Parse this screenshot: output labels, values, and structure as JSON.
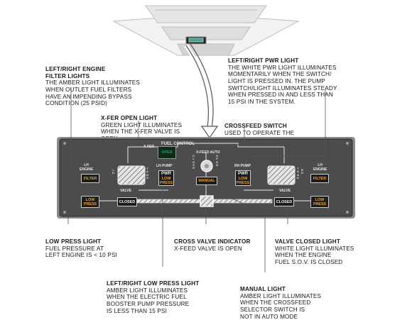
{
  "annotations": {
    "filter_lights": {
      "title": "LEFT/RIGHT ENGINE\nFILTER LIGHTS",
      "body": "THE AMBER LIGHT ILLUMINATES\nWHEN OUTLET FUEL FILTERS\nHAVE AN IMPENDING BYPASS\nCONDITION (25 PSID)"
    },
    "pwr_light": {
      "title": "LEFT/RIGHT PWR LIGHT",
      "body": "THE WHITE PWR LIGHT ILLUMINATES\nMOMENTARILY WHEN THE SWITCH/\nLIGHT IS PRESSED IN. THE PUMP\nSWITCH/LIGHT ILLUMINATES STEADY\nWHEN PRESSED IN AND LESS THAN\n15 PSI IN THE SYSTEM."
    },
    "xfer_open": {
      "title": "X-FER OPEN LIGHT",
      "body": "GREEN LIGHT ILLUMINATES\nWHEN THE X-FER VALVE IS\nOPEN"
    },
    "crossfeed_switch": {
      "title": "CROSSFEED SWITCH",
      "body": "USED TO OPERATE THE\nCROSSFEED VALVE"
    },
    "low_press": {
      "title": "LOW PRESS LIGHT",
      "body": "FUEL PRESSURE AT\nLEFT ENGINE IS < 10 PSI"
    },
    "cross_valve": {
      "title": "CROSS VALVE INDICATOR",
      "body": "X-FEED VALVE IS OPEN"
    },
    "valve_closed": {
      "title": "VALVE CLOSED LIGHT",
      "body": "WHITE LIGHT ILLUMINATES\nWHEN THE ENGINE\nFUEL S.O.V. IS CLOSED"
    },
    "low_press_pump": {
      "title": "LEFT/RIGHT LOW PRESS LIGHT",
      "body": "AMBER LIGHT ILLUMINATES\nWHEN THE ELECTRIC FUEL\nBOOSTER PUMP PRESSURE\nIS LESS THAN 15 PSI"
    },
    "manual_light": {
      "title": "MANUAL LIGHT",
      "body": "AMBER LIGHT ILLUMINATES\nWHEN THE CROSSFEED\nSELECTOR SWITCH IS\nNOT IN AUTO MODE"
    }
  },
  "panel": {
    "title": "FUEL CONTROL",
    "xfer_label": "X-FER",
    "xfer_light": "OPEN",
    "xfeed_label": "X-FEED AUTO",
    "close_label": "C\nL\nO\nS\nE",
    "open_label": "O\nP\nE\nN",
    "lh_pump_label": "LH PUMP",
    "rh_pump_label": "RH PUMP",
    "pwr": "PWR",
    "low_press": "LOW\nPRESS",
    "lh_engine": "LH\nENGINE",
    "rh_engine": "LH\nENGINE",
    "filter": "FILTER",
    "tank_l": "T\nA\nN\nK",
    "tank_r": "T\nA\nN\nK",
    "lh_tag": "L\nH",
    "rh_tag": "R\nH",
    "valve": "VALVE",
    "closed": "CLOSED",
    "manual": "MANUAL"
  },
  "colors": {
    "amber": "#f0a020",
    "white_light": "#f4f4f4",
    "green": "#2e9a55",
    "panel": "#4a4a4a"
  }
}
